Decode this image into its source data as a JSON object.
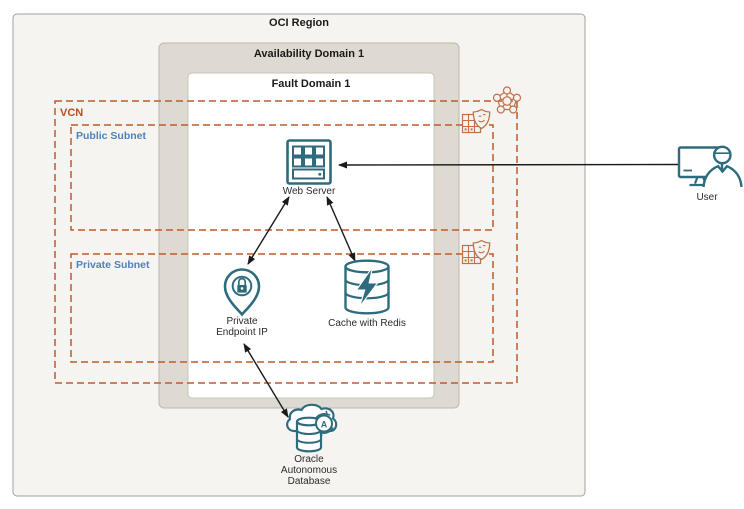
{
  "region": {
    "title": "OCI Region"
  },
  "availability_domain": {
    "title": "Availability Domain 1"
  },
  "fault_domain": {
    "title": "Fault Domain 1"
  },
  "vcn": {
    "label": "VCN",
    "corner_icon": "vcn-router-icon"
  },
  "subnets": {
    "public": {
      "label": "Public Subnet",
      "corner_icon": "security-list-icon"
    },
    "private": {
      "label": "Private Subnet",
      "corner_icon": "security-list-icon"
    }
  },
  "nodes": {
    "web_server": {
      "label": "Web Server",
      "icon": "web-server-icon"
    },
    "private_endpoint": {
      "label_lines": [
        "Private",
        "Endpoint IP"
      ],
      "icon": "private-endpoint-pin-icon"
    },
    "cache": {
      "label": "Cache with Redis",
      "icon": "redis-cache-database-icon"
    },
    "autonomous_db": {
      "label_lines": [
        "Oracle",
        "Autonomous",
        "Database"
      ],
      "icon": "autonomous-database-icon"
    },
    "user": {
      "label": "User",
      "icon": "user-workstation-icon"
    }
  },
  "connections": [
    {
      "from": "user",
      "to": "web_server",
      "arrowheads": "single"
    },
    {
      "from": "web_server",
      "to": "private_endpoint",
      "arrowheads": "double"
    },
    {
      "from": "web_server",
      "to": "cache",
      "arrowheads": "double"
    },
    {
      "from": "private_endpoint",
      "to": "autonomous_db",
      "arrowheads": "double"
    }
  ],
  "colors": {
    "node_stroke": "#2E6B7D",
    "vcn_border": "#C05A2B",
    "vcn_label": "#BF4E1E",
    "subnet_label": "#4F81BD",
    "gateway_icon": "#C0704A",
    "region_fill": "#F5F4F1",
    "availability_domain_fill": "#DEDAD2",
    "fault_domain_fill": "#FFFFFF",
    "arrow": "#1A1A1A"
  }
}
